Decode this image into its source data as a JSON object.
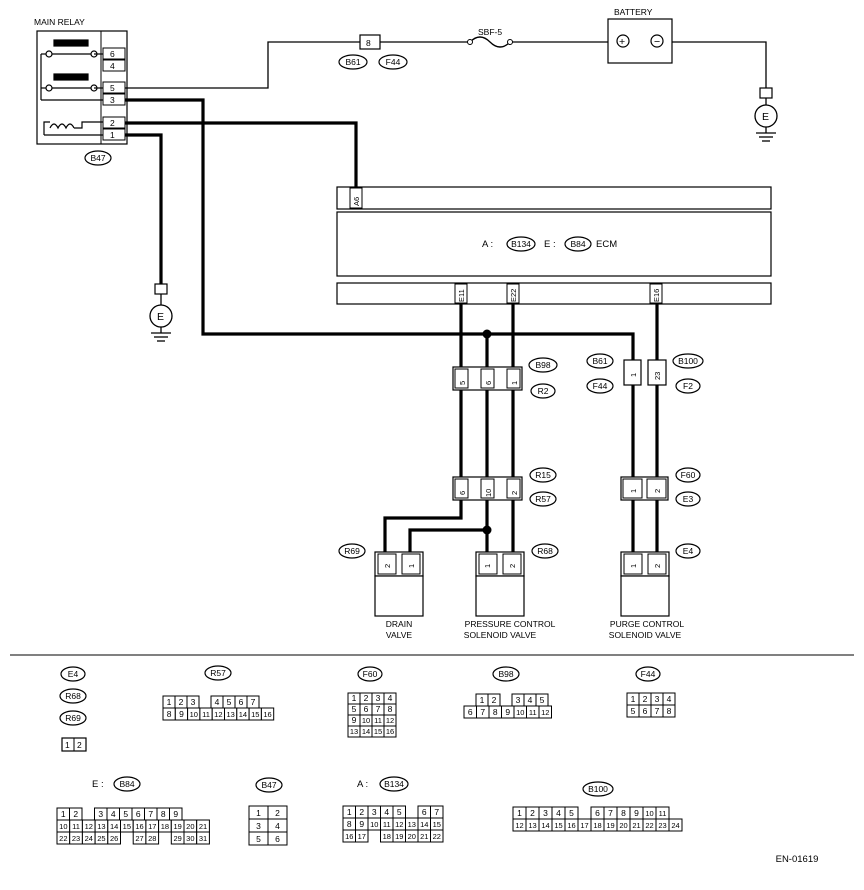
{
  "relay": {
    "title": "MAIN RELAY",
    "pins": [
      "6",
      "4",
      "5",
      "3",
      "2",
      "1"
    ],
    "connector": "B47"
  },
  "battery": {
    "title": "BATTERY",
    "plus": "+",
    "minus": "−"
  },
  "fuse": {
    "label": "SBF-5"
  },
  "inline_connector": {
    "pin": "8",
    "left_id": "B61",
    "right_id": "F44"
  },
  "ground_label": "E",
  "ecm": {
    "top_pin": "A6",
    "label_a": "A :",
    "conn_a": "B134",
    "label_e": "E :",
    "conn_e": "B84",
    "name": "ECM",
    "bottom_pins": [
      "E11",
      "E22",
      "E16"
    ]
  },
  "junctions": {
    "b98_pins": [
      "5",
      "6",
      "1"
    ],
    "b98_ids": [
      "B98",
      "R2"
    ],
    "b61_pin": "1",
    "b61_ids": [
      "B61",
      "F44"
    ],
    "b100_pin": "23",
    "b100_ids": [
      "B100",
      "F2"
    ],
    "r15_pins": [
      "6",
      "10",
      "2"
    ],
    "r15_ids": [
      "R15",
      "R57"
    ],
    "f60_pins": [
      "1",
      "2"
    ],
    "f60_ids": [
      "F60",
      "E3"
    ]
  },
  "components": {
    "drain": {
      "id": "R69",
      "pins": [
        "2",
        "1"
      ],
      "name_lines": [
        "DRAIN",
        "VALVE"
      ]
    },
    "pressure": {
      "id": "R68",
      "pins": [
        "1",
        "2"
      ],
      "name_lines": [
        "PRESSURE CONTROL",
        "SOLENOID VALVE"
      ]
    },
    "purge": {
      "id": "E4",
      "pins": [
        "1",
        "2"
      ],
      "name_lines": [
        "PURGE CONTROL",
        "SOLENOID VALVE"
      ]
    }
  },
  "legend": {
    "stack": [
      "E4",
      "R68",
      "R69"
    ],
    "stack_pins": [
      "1",
      "2"
    ],
    "r57": {
      "id": "R57",
      "row1": [
        "1",
        "2",
        "3",
        "",
        "4",
        "5",
        "6",
        "7"
      ],
      "row2": [
        "8",
        "9",
        "10",
        "11",
        "12",
        "13",
        "14",
        "15",
        "16"
      ]
    },
    "f60": {
      "id": "F60",
      "rows": [
        [
          "1",
          "2",
          "3",
          "4"
        ],
        [
          "5",
          "6",
          "7",
          "8"
        ],
        [
          "9",
          "10",
          "11",
          "12"
        ],
        [
          "13",
          "14",
          "15",
          "16"
        ]
      ]
    },
    "b98": {
      "id": "B98",
      "row1": [
        "1",
        "2",
        "",
        "3",
        "4",
        "5"
      ],
      "row2": [
        "6",
        "7",
        "8",
        "9",
        "10",
        "11",
        "12"
      ]
    },
    "f44": {
      "id": "F44",
      "rows": [
        [
          "1",
          "2",
          "3",
          "4"
        ],
        [
          "5",
          "6",
          "7",
          "8"
        ]
      ]
    },
    "b84": {
      "prefix": "E :",
      "id": "B84",
      "row1": [
        "1",
        "2",
        "",
        "3",
        "4",
        "5",
        "6",
        "7",
        "8",
        "9"
      ],
      "row2": [
        "10",
        "11",
        "12",
        "13",
        "14",
        "15",
        "16",
        "17",
        "18",
        "19",
        "20",
        "21"
      ],
      "row3": [
        "22",
        "23",
        "24",
        "25",
        "26",
        "",
        "27",
        "28",
        "",
        "29",
        "30",
        "31"
      ]
    },
    "b47": {
      "id": "B47",
      "rows": [
        [
          "1",
          "2"
        ],
        [
          "3",
          "4"
        ],
        [
          "5",
          "6"
        ]
      ]
    },
    "b134": {
      "prefix": "A :",
      "id": "B134",
      "row1": [
        "1",
        "2",
        "3",
        "4",
        "5",
        "",
        "6",
        "7"
      ],
      "row2": [
        "8",
        "9",
        "10",
        "11",
        "12",
        "13",
        "14",
        "15"
      ],
      "row3": [
        "16",
        "17",
        "",
        "18",
        "19",
        "20",
        "21",
        "22"
      ]
    },
    "b100": {
      "id": "B100",
      "row1": [
        "1",
        "2",
        "3",
        "4",
        "5",
        "",
        "6",
        "7",
        "8",
        "9",
        "10",
        "11"
      ],
      "row2": [
        "12",
        "13",
        "14",
        "15",
        "16",
        "17",
        "18",
        "19",
        "20",
        "21",
        "22",
        "23",
        "24"
      ]
    }
  },
  "figure_id": "EN-01619"
}
